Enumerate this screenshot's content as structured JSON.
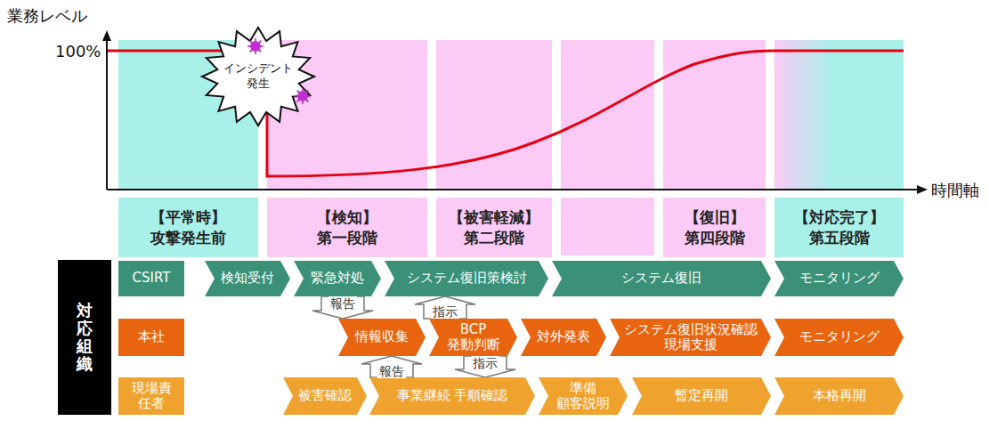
{
  "diagram": {
    "nodes": [
      {
        "text": [
          "インシデント 発生"
        ]
      },
      {
        "text": [
          "【平常時】 攻撃発生前"
        ]
      },
      {
        "text": [
          "【検知】 第一段階"
        ]
      },
      {
        "text": [
          "【被害軽減】 第二段階"
        ]
      },
      {
        "text": [
          "【復旧】 第四段階"
        ]
      },
      {
        "text": [
          "【対応完了】 第五段階"
        ]
      },
      {
        "text": [
          "対応組織"
        ]
      },
      {
        "text": [
          "CSIRT"
        ]
      },
      {
        "text": [
          "検知受付"
        ]
      },
      {
        "text": [
          "緊急対処"
        ]
      },
      {
        "text": [
          "システム復旧策検討"
        ]
      },
      {
        "text": [
          "システム復旧"
        ]
      },
      {
        "text": [
          "モニタリング"
        ]
      },
      {
        "text": [
          "本社"
        ]
      },
      {
        "text": [
          "情報収集"
        ]
      },
      {
        "text": [
          "BCP 発動判断"
        ]
      },
      {
        "text": [
          "対外発表"
        ]
      },
      {
        "text": [
          "システム復旧状況確認 現場支援"
        ]
      },
      {
        "text": [
          "モニタリング"
        ]
      },
      {
        "text": [
          "現場責任者"
        ]
      },
      {
        "text": [
          "被害確認"
        ]
      },
      {
        "text": [
          "事業継続 手順確認"
        ]
      },
      {
        "text": [
          "準備 顧客説明"
        ]
      },
      {
        "text": [
          "暫定再開"
        ]
      },
      {
        "text": [
          "本格再開"
        ]
      }
    ],
    "edges": [
      {
        "from": 9,
        "to": 14,
        "label": "報告",
        "arrow": "to"
      },
      {
        "from": 15,
        "to": 10,
        "label": "指示",
        "arrow": "to"
      },
      {
        "from": 21,
        "to": 14,
        "label": "報告",
        "arrow": "to"
      },
      {
        "from": 15,
        "to": 21,
        "label": "指示",
        "arrow": "to"
      }
    ],
    "labels": [
      "業務レベル",
      "100%",
      "時間軸"
    ]
  }
}
